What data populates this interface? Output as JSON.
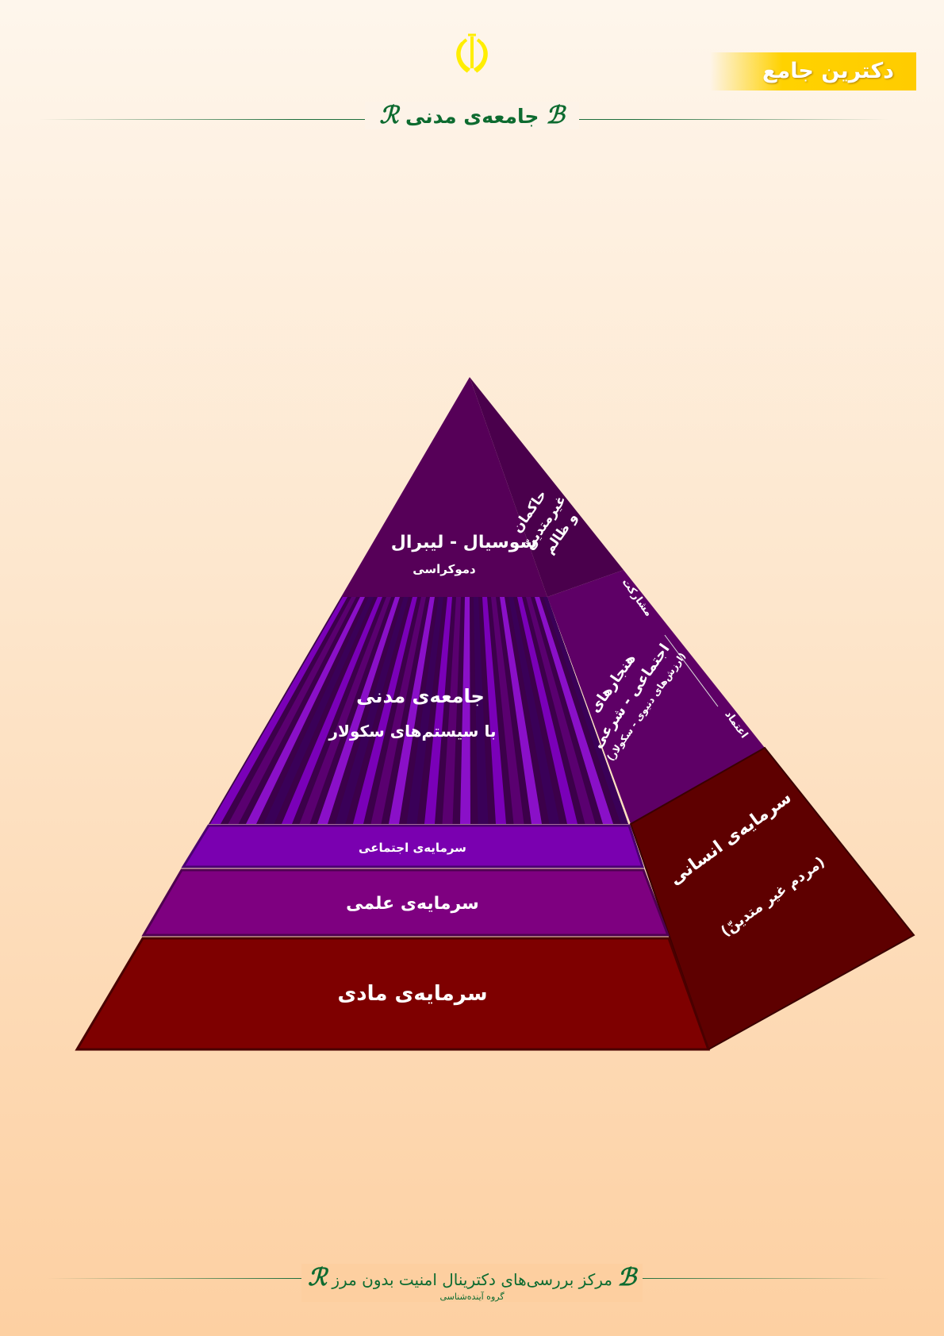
{
  "header": {
    "badge": "دکترین جامع",
    "title": "جامعه‌ی مدنی",
    "emblem": "iran-emblem-icon",
    "colors": {
      "badge": "#ffcc00",
      "title": "#0d6b30",
      "emblem": "#ffee00"
    }
  },
  "pyramid": {
    "top_front": {
      "line1": "سوسیال - لیبرال",
      "line2": "دموکراسی"
    },
    "top_side": {
      "line1": "حاکمان",
      "line2": "غیرمتدینّ",
      "line3": "و ظالم"
    },
    "middle_front": {
      "line1": "جامعه‌ی مدنی",
      "line2": "با سیستم‌های سکولار"
    },
    "middle_side": {
      "line1": "هنجارهای",
      "line2": "اجتماعی - شرعی",
      "line3": "(ارزش‌های دنیوی - سکولار)"
    },
    "edge_labels": {
      "upper": "مشارکت",
      "lower": "اعتماد"
    },
    "band_social": "سرمایه‌ی اجتماعی",
    "band_scientific": "سرمایه‌ی علمی",
    "band_material": "سرمایه‌ی مادی",
    "bottom_side": {
      "line1": "سرمایه‌ی انسانی",
      "line2": "(مردم غیر متدینّ)"
    },
    "colors": {
      "purple_dark": "#4e0050",
      "purple": "#5e0066",
      "violet": "#7a00b0",
      "magenta": "#7e0080",
      "red": "#7e0000",
      "red_dark": "#5e0000"
    }
  },
  "footer": {
    "org": "مرکز بررسی‌های دکترینال امنیت بدون مرز",
    "group": "گروه آینده‌شناسی"
  }
}
